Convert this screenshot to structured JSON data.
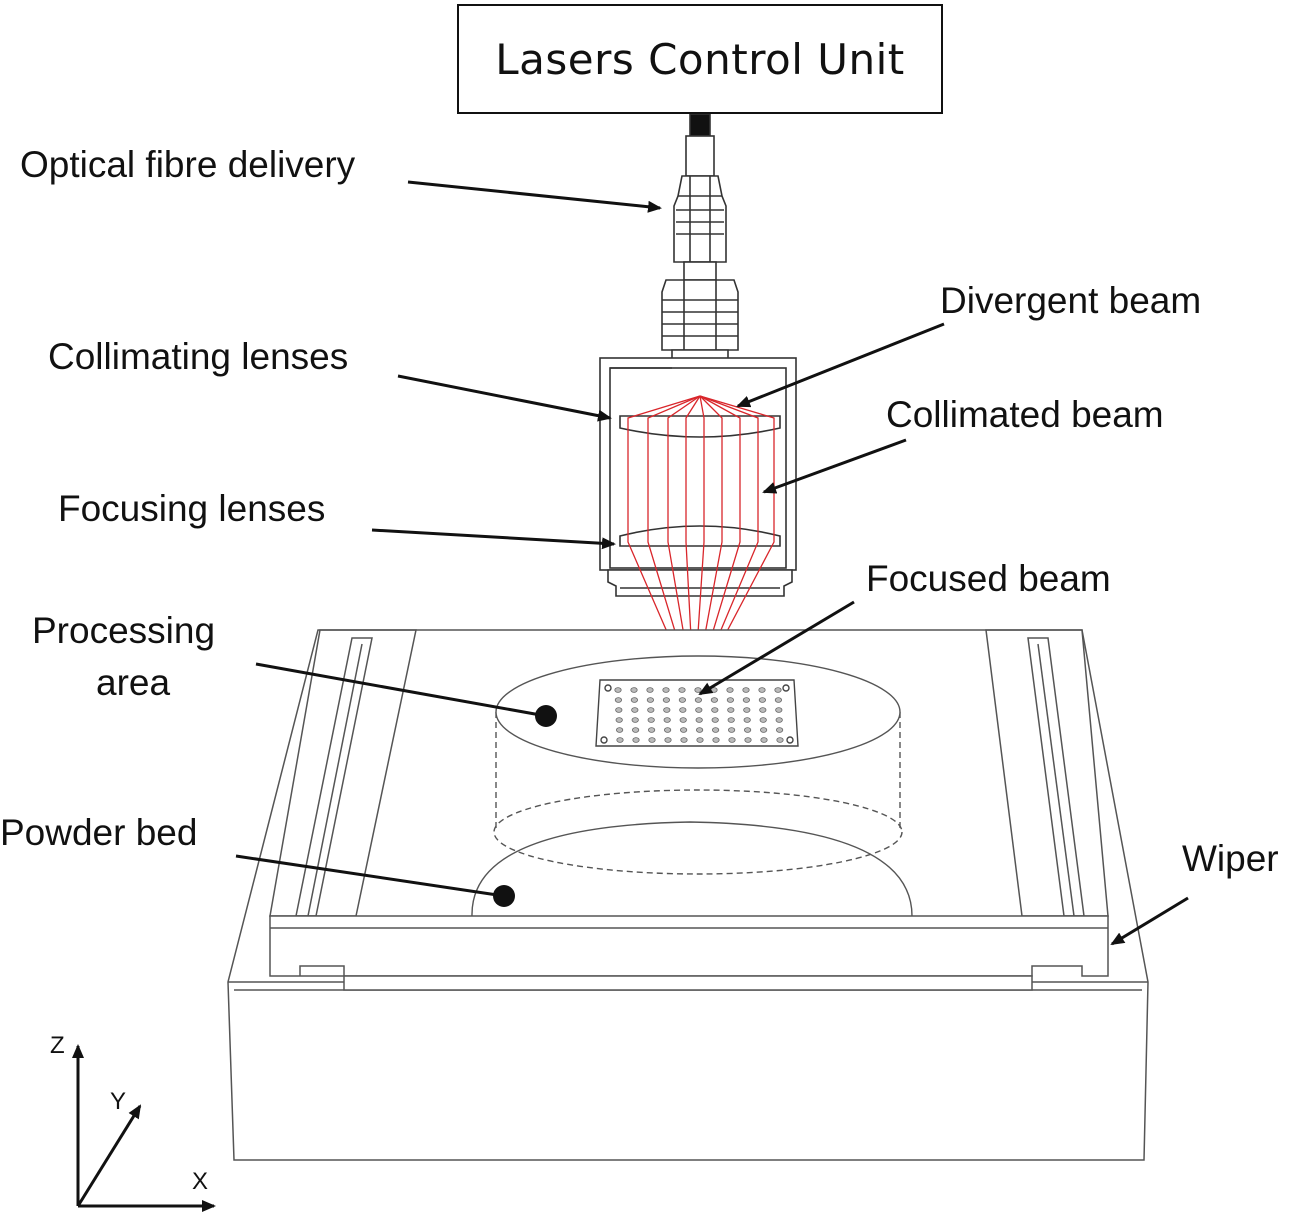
{
  "title": "Lasers Control Unit",
  "labels": {
    "optical_fibre": "Optical fibre delivery",
    "divergent_beam": "Divergent beam",
    "collimating_lenses": "Collimating lenses",
    "collimated_beam": "Collimated beam",
    "focusing_lenses": "Focusing lenses",
    "focused_beam": "Focused beam",
    "processing_area_1": "Processing",
    "processing_area_2": "area",
    "powder_bed": "Powder bed",
    "wiper": "Wiper"
  },
  "axes": {
    "z": "Z",
    "y": "Y",
    "x": "X"
  },
  "colors": {
    "beam": "#d9262b",
    "line": "#333333",
    "text": "#111111"
  }
}
